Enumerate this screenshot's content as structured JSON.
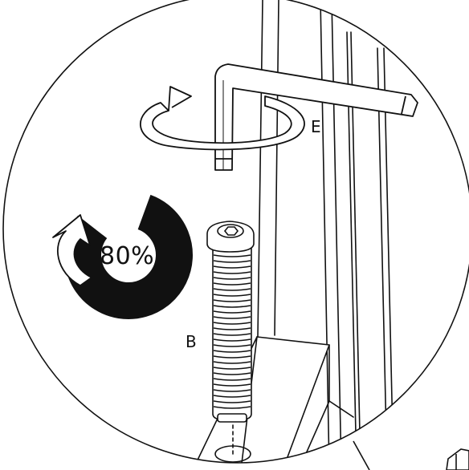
{
  "parts": {
    "allen_key_label": "E",
    "bolt_label": "B"
  },
  "torque": {
    "percent_text": "80%",
    "fraction": 0.8
  },
  "icons": {
    "rotation": "rotate-clockwise-icon",
    "tighten": "tighten-arrow-icon"
  },
  "colors": {
    "line": "#111111",
    "fill": "#ffffff"
  }
}
